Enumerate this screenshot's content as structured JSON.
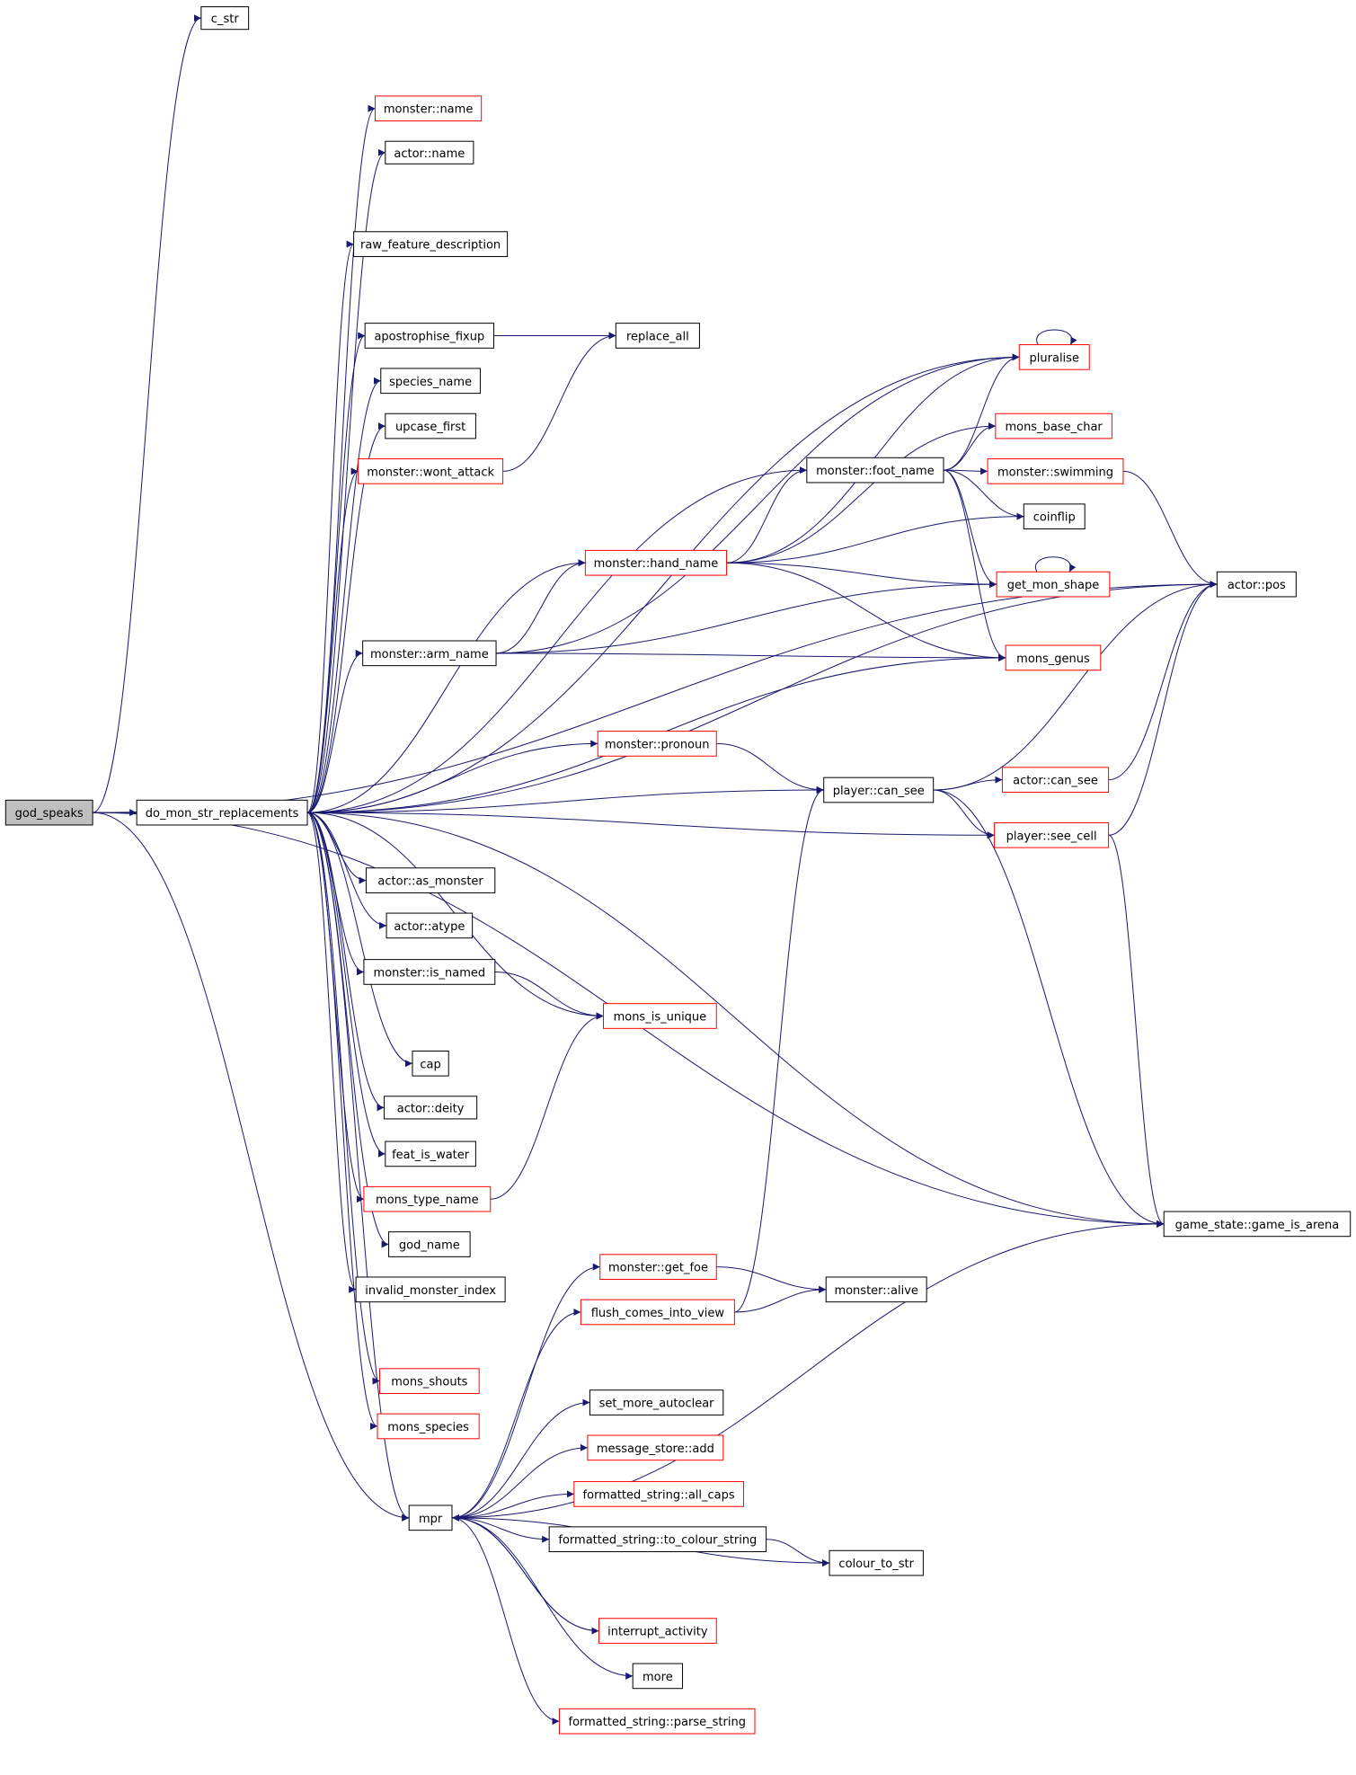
{
  "nodes": [
    {
      "id": "god_speaks",
      "label": "god_speaks",
      "color": "gray"
    },
    {
      "id": "c_str",
      "label": "c_str",
      "color": "black"
    },
    {
      "id": "do_mon_str_replacements",
      "label": "do_mon_str_replacements",
      "color": "black"
    },
    {
      "id": "mpr",
      "label": "mpr",
      "color": "black"
    },
    {
      "id": "actor_pos",
      "label": "actor::pos",
      "color": "black"
    },
    {
      "id": "game_is_arena",
      "label": "game_state::game_is_arena",
      "color": "black"
    },
    {
      "id": "monster_name",
      "label": "monster::name",
      "color": "red"
    },
    {
      "id": "actor_name",
      "label": "actor::name",
      "color": "black"
    },
    {
      "id": "raw_feature_description",
      "label": "raw_feature_description",
      "color": "black"
    },
    {
      "id": "apostrophise_fixup",
      "label": "apostrophise_fixup",
      "color": "black"
    },
    {
      "id": "species_name",
      "label": "species_name",
      "color": "black"
    },
    {
      "id": "upcase_first",
      "label": "upcase_first",
      "color": "black"
    },
    {
      "id": "monster_wont_attack",
      "label": "monster::wont_attack",
      "color": "red"
    },
    {
      "id": "monster_arm_name",
      "label": "monster::arm_name",
      "color": "black"
    },
    {
      "id": "actor_as_monster",
      "label": "actor::as_monster",
      "color": "black"
    },
    {
      "id": "actor_atype",
      "label": "actor::atype",
      "color": "black"
    },
    {
      "id": "monster_is_named",
      "label": "monster::is_named",
      "color": "black"
    },
    {
      "id": "cap",
      "label": "cap",
      "color": "black"
    },
    {
      "id": "actor_deity",
      "label": "actor::deity",
      "color": "black"
    },
    {
      "id": "feat_is_water",
      "label": "feat_is_water",
      "color": "black"
    },
    {
      "id": "mons_type_name",
      "label": "mons_type_name",
      "color": "red"
    },
    {
      "id": "god_name",
      "label": "god_name",
      "color": "black"
    },
    {
      "id": "invalid_monster_index",
      "label": "invalid_monster_index",
      "color": "black"
    },
    {
      "id": "mons_shouts",
      "label": "mons_shouts",
      "color": "red"
    },
    {
      "id": "mons_species",
      "label": "mons_species",
      "color": "red"
    },
    {
      "id": "replace_all",
      "label": "replace_all",
      "color": "black"
    },
    {
      "id": "pluralise",
      "label": "pluralise",
      "color": "red"
    },
    {
      "id": "monster_hand_name",
      "label": "monster::hand_name",
      "color": "red"
    },
    {
      "id": "monster_pronoun",
      "label": "monster::pronoun",
      "color": "red"
    },
    {
      "id": "mons_is_unique",
      "label": "mons_is_unique",
      "color": "red"
    },
    {
      "id": "monster_get_foe",
      "label": "monster::get_foe",
      "color": "red"
    },
    {
      "id": "flush_comes_into_view",
      "label": "flush_comes_into_view",
      "color": "red"
    },
    {
      "id": "set_more_autoclear",
      "label": "set_more_autoclear",
      "color": "black"
    },
    {
      "id": "message_store_add",
      "label": "message_store::add",
      "color": "red"
    },
    {
      "id": "fs_all_caps",
      "label": "formatted_string::all_caps",
      "color": "red"
    },
    {
      "id": "fs_to_colour_string",
      "label": "formatted_string::to_colour_string",
      "color": "black"
    },
    {
      "id": "interrupt_activity",
      "label": "interrupt_activity",
      "color": "red"
    },
    {
      "id": "more",
      "label": "more",
      "color": "black"
    },
    {
      "id": "fs_parse_string",
      "label": "formatted_string::parse_string",
      "color": "red"
    },
    {
      "id": "monster_foot_name",
      "label": "monster::foot_name",
      "color": "black"
    },
    {
      "id": "mons_base_char",
      "label": "mons_base_char",
      "color": "red"
    },
    {
      "id": "monster_swimming",
      "label": "monster::swimming",
      "color": "red"
    },
    {
      "id": "coinflip",
      "label": "coinflip",
      "color": "black"
    },
    {
      "id": "get_mon_shape",
      "label": "get_mon_shape",
      "color": "red"
    },
    {
      "id": "mons_genus",
      "label": "mons_genus",
      "color": "red"
    },
    {
      "id": "player_can_see",
      "label": "player::can_see",
      "color": "black"
    },
    {
      "id": "actor_can_see",
      "label": "actor::can_see",
      "color": "red"
    },
    {
      "id": "player_see_cell",
      "label": "player::see_cell",
      "color": "red"
    },
    {
      "id": "monster_alive",
      "label": "monster::alive",
      "color": "black"
    },
    {
      "id": "colour_to_str",
      "label": "colour_to_str",
      "color": "black"
    }
  ],
  "edges": [
    [
      "god_speaks",
      "c_str"
    ],
    [
      "god_speaks",
      "do_mon_str_replacements"
    ],
    [
      "god_speaks",
      "actor_pos"
    ],
    [
      "god_speaks",
      "mpr"
    ],
    [
      "god_speaks",
      "game_is_arena"
    ],
    [
      "do_mon_str_replacements",
      "monster_name"
    ],
    [
      "do_mon_str_replacements",
      "actor_name"
    ],
    [
      "do_mon_str_replacements",
      "actor_pos"
    ],
    [
      "do_mon_str_replacements",
      "raw_feature_description"
    ],
    [
      "do_mon_str_replacements",
      "pluralise"
    ],
    [
      "do_mon_str_replacements",
      "apostrophise_fixup"
    ],
    [
      "do_mon_str_replacements",
      "species_name"
    ],
    [
      "do_mon_str_replacements",
      "upcase_first"
    ],
    [
      "do_mon_str_replacements",
      "monster_wont_attack"
    ],
    [
      "do_mon_str_replacements",
      "monster_foot_name"
    ],
    [
      "do_mon_str_replacements",
      "monster_hand_name"
    ],
    [
      "do_mon_str_replacements",
      "monster_arm_name"
    ],
    [
      "do_mon_str_replacements",
      "mons_genus"
    ],
    [
      "do_mon_str_replacements",
      "monster_pronoun"
    ],
    [
      "do_mon_str_replacements",
      "player_can_see"
    ],
    [
      "do_mon_str_replacements",
      "player_see_cell"
    ],
    [
      "do_mon_str_replacements",
      "actor_as_monster"
    ],
    [
      "do_mon_str_replacements",
      "actor_atype"
    ],
    [
      "do_mon_str_replacements",
      "monster_is_named"
    ],
    [
      "do_mon_str_replacements",
      "mons_is_unique"
    ],
    [
      "do_mon_str_replacements",
      "cap"
    ],
    [
      "do_mon_str_replacements",
      "actor_deity"
    ],
    [
      "do_mon_str_replacements",
      "feat_is_water"
    ],
    [
      "do_mon_str_replacements",
      "mons_type_name"
    ],
    [
      "do_mon_str_replacements",
      "god_name"
    ],
    [
      "do_mon_str_replacements",
      "invalid_monster_index"
    ],
    [
      "do_mon_str_replacements",
      "game_is_arena"
    ],
    [
      "do_mon_str_replacements",
      "mons_shouts"
    ],
    [
      "do_mon_str_replacements",
      "mons_species"
    ],
    [
      "do_mon_str_replacements",
      "mpr"
    ],
    [
      "apostrophise_fixup",
      "replace_all"
    ],
    [
      "monster_wont_attack",
      "replace_all"
    ],
    [
      "pluralise",
      "pluralise"
    ],
    [
      "monster_arm_name",
      "monster_hand_name"
    ],
    [
      "monster_arm_name",
      "pluralise"
    ],
    [
      "monster_arm_name",
      "get_mon_shape"
    ],
    [
      "monster_arm_name",
      "mons_genus"
    ],
    [
      "monster_hand_name",
      "monster_foot_name"
    ],
    [
      "monster_hand_name",
      "pluralise"
    ],
    [
      "monster_hand_name",
      "mons_base_char"
    ],
    [
      "monster_hand_name",
      "coinflip"
    ],
    [
      "monster_hand_name",
      "get_mon_shape"
    ],
    [
      "monster_hand_name",
      "mons_genus"
    ],
    [
      "monster_foot_name",
      "pluralise"
    ],
    [
      "monster_foot_name",
      "mons_base_char"
    ],
    [
      "monster_foot_name",
      "monster_swimming"
    ],
    [
      "monster_foot_name",
      "coinflip"
    ],
    [
      "monster_foot_name",
      "get_mon_shape"
    ],
    [
      "monster_foot_name",
      "mons_genus"
    ],
    [
      "get_mon_shape",
      "get_mon_shape"
    ],
    [
      "monster_swimming",
      "actor_pos"
    ],
    [
      "monster_pronoun",
      "player_can_see"
    ],
    [
      "monster_is_named",
      "mons_is_unique"
    ],
    [
      "mons_type_name",
      "mons_is_unique"
    ],
    [
      "player_can_see",
      "actor_pos"
    ],
    [
      "player_can_see",
      "actor_can_see"
    ],
    [
      "player_can_see",
      "player_see_cell"
    ],
    [
      "player_can_see",
      "game_is_arena"
    ],
    [
      "actor_can_see",
      "actor_pos"
    ],
    [
      "player_see_cell",
      "actor_pos"
    ],
    [
      "player_see_cell",
      "game_is_arena"
    ],
    [
      "mpr",
      "monster_get_foe"
    ],
    [
      "mpr",
      "flush_comes_into_view"
    ],
    [
      "mpr",
      "game_is_arena"
    ],
    [
      "mpr",
      "set_more_autoclear"
    ],
    [
      "mpr",
      "message_store_add"
    ],
    [
      "mpr",
      "fs_all_caps"
    ],
    [
      "mpr",
      "fs_to_colour_string"
    ],
    [
      "mpr",
      "colour_to_str"
    ],
    [
      "mpr",
      "interrupt_activity"
    ],
    [
      "mpr",
      "more"
    ],
    [
      "mpr",
      "fs_parse_string"
    ],
    [
      "interrupt_activity",
      "mpr"
    ],
    [
      "fs_to_colour_string",
      "colour_to_str"
    ],
    [
      "monster_get_foe",
      "monster_alive"
    ],
    [
      "flush_comes_into_view",
      "monster_alive"
    ],
    [
      "flush_comes_into_view",
      "player_can_see"
    ]
  ]
}
